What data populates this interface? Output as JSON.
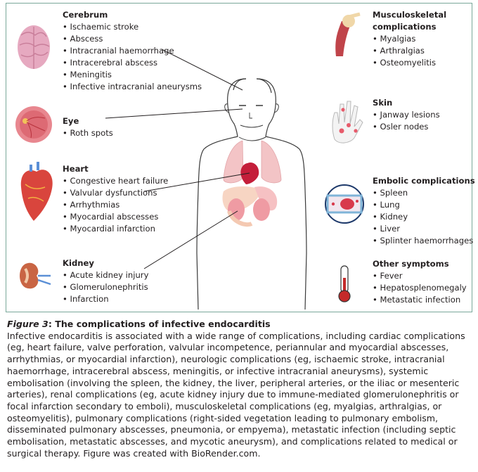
{
  "sections": {
    "cerebrum": {
      "title": "Cerebrum",
      "items": [
        "Ischaemic stroke",
        "Abscess",
        "Intracranial haemorrhage",
        "Intracerebral abscess",
        "Meningitis",
        "Infective intracranial aneurysms"
      ]
    },
    "eye": {
      "title": "Eye",
      "items": [
        "Roth spots"
      ]
    },
    "heart": {
      "title": "Heart",
      "items": [
        "Congestive heart failure",
        "Valvular dysfunctions",
        "Arrhythmias",
        "Myocardial abscesses",
        "Myocardial infarction"
      ]
    },
    "kidney": {
      "title": "Kidney",
      "items": [
        "Acute kidney injury",
        "Glomerulonephritis",
        "Infarction"
      ]
    },
    "musculoskeletal": {
      "title_line1": "Musculoskeletal",
      "title_line2": "complications",
      "items": [
        "Myalgias",
        "Arthralgias",
        "Osteomyelitis"
      ]
    },
    "skin": {
      "title": "Skin",
      "items": [
        "Janway lesions",
        "Osler nodes"
      ]
    },
    "embolic": {
      "title": "Embolic complications",
      "items": [
        "Spleen",
        "Lung",
        "Kidney",
        "Liver",
        "Splinter haemorrhages"
      ]
    },
    "other": {
      "title": "Other symptoms",
      "items": [
        "Fever",
        "Hepatosplenomegaly",
        "Metastatic infection"
      ]
    }
  },
  "caption": {
    "figure_label": "Figure 3",
    "title": ": The complications of infective endocarditis",
    "body": "Infective endocarditis is associated with a wide range of complications, including cardiac complications (eg, heart failure, valve perforation, valvular incompetence, periannular and myocardial abscesses, arrhythmias, or myocardial infarction), neurologic complications (eg, ischaemic stroke, intracranial haemorrhage, intracerebral abscess, meningitis, or infective intracranial aneurysms), systemic embolisation (involving the spleen, the kidney, the liver, peripheral arteries, or the iliac or mesenteric arteries), renal complications (eg, acute kidney injury due to immune-mediated glomerulonephritis or focal infarction secondary to emboli), musculoskeletal complications (eg, myalgias, arthralgias, or osteomyelitis), pulmonary complications (right-sided vegetation leading to pulmonary embolism, disseminated pulmonary abscesses, pneumonia, or empyema), metastatic infection (including septic embolisation, metastatic abscesses, and mycotic aneurysm), and complications related to medical or surgical therapy. Figure was created with BioRender.com."
  },
  "icons": [
    "brain-icon",
    "eye-icon",
    "heart-icon",
    "kidney-icon",
    "shoulder-muscle-icon",
    "hand-skin-icon",
    "blood-vessel-embolus-icon",
    "thermometer-icon",
    "human-body-figure"
  ]
}
